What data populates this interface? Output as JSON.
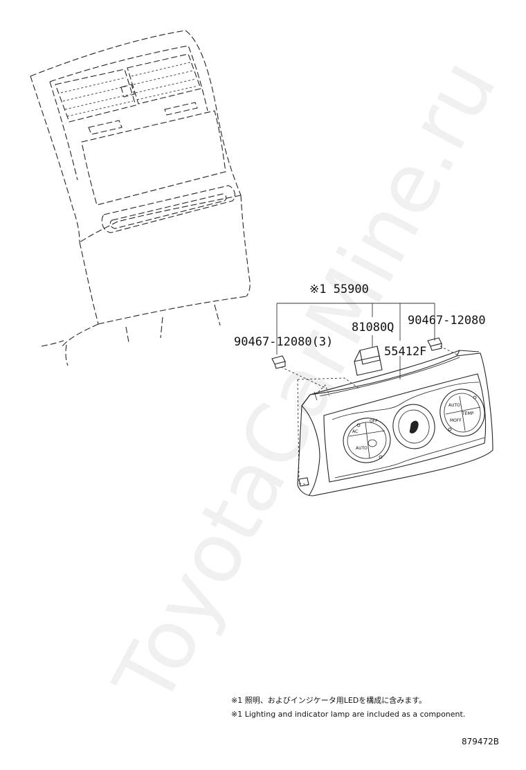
{
  "watermark": "ToyotaCarMine.ru",
  "labels": {
    "assembly": "※1 55900",
    "screw_left": "90467-12080(3)",
    "bulb_socket": "81080Q",
    "screw_right": "90467-12080",
    "panel": "55412F"
  },
  "notes": {
    "japanese": "※1 照明、およびインジケータ用LEDを構成に含みます。",
    "english": "※1 Lighting and indicator lamp are included as a component."
  },
  "illustration_id": "879472B",
  "panel_text": {
    "left_dial": [
      "AC",
      "OFF",
      "AUTO"
    ],
    "right_dial": [
      "AUTO",
      "TEMP",
      "MOFF"
    ]
  }
}
